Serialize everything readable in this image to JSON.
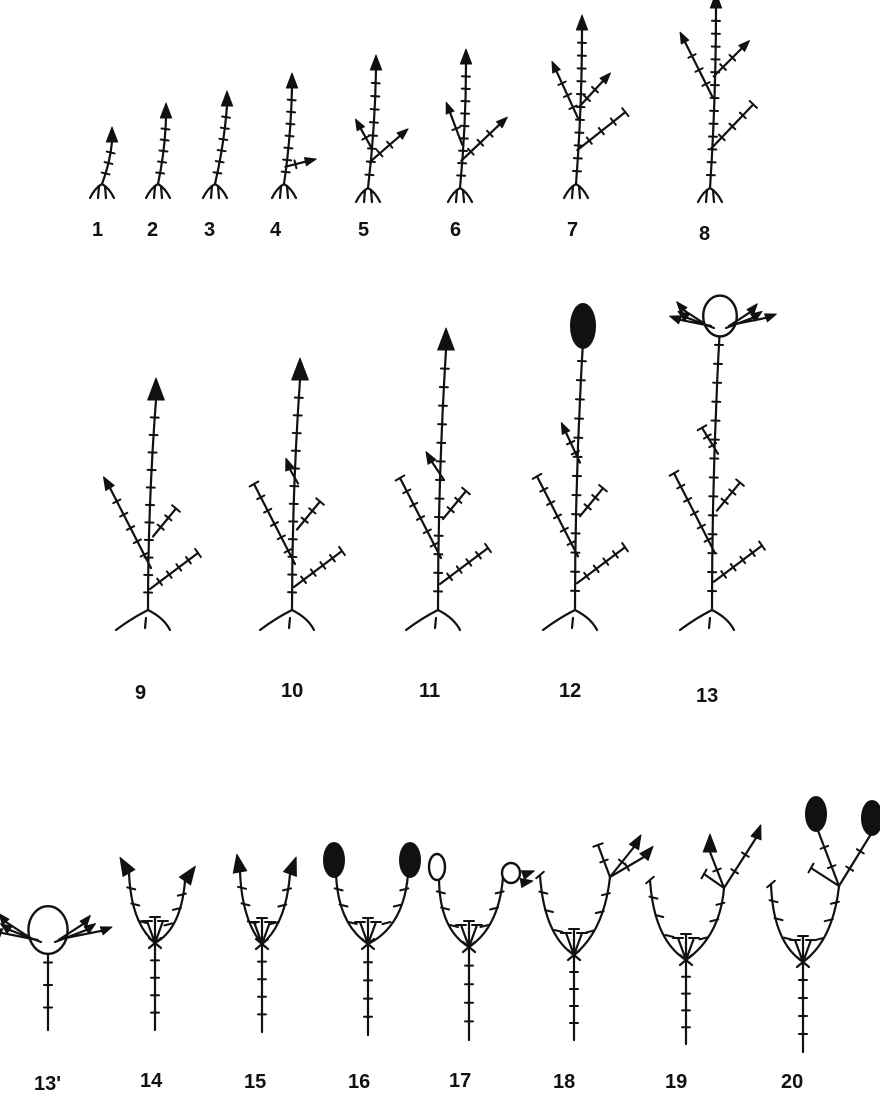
{
  "figure": {
    "stages": [
      {
        "label": "1",
        "kind": "seedling",
        "branches": 0,
        "tip": "arrow"
      },
      {
        "label": "2",
        "kind": "seedling",
        "branches": 0,
        "tip": "arrow"
      },
      {
        "label": "3",
        "kind": "seedling",
        "branches": 0,
        "tip": "arrow"
      },
      {
        "label": "4",
        "kind": "seedling",
        "branches": 1,
        "tip": "arrow"
      },
      {
        "label": "5",
        "kind": "seedling",
        "branches": 2,
        "tip": "arrow"
      },
      {
        "label": "6",
        "kind": "seedling",
        "branches": 2,
        "tip": "arrow"
      },
      {
        "label": "7",
        "kind": "seedling",
        "branches": 3,
        "tip": "arrow"
      },
      {
        "label": "8",
        "kind": "seedling",
        "branches": 3,
        "tip": "arrow"
      },
      {
        "label": "9",
        "kind": "vegetative",
        "branches": 3,
        "tip": "arrow"
      },
      {
        "label": "10",
        "kind": "vegetative",
        "branches": 4,
        "tip": "arrow"
      },
      {
        "label": "11",
        "kind": "vegetative",
        "branches": 4,
        "tip": "arrow"
      },
      {
        "label": "12",
        "kind": "vegetative",
        "branches": 4,
        "tip": "bud-filled"
      },
      {
        "label": "13",
        "kind": "vegetative",
        "branches": 4,
        "tip": "bud-open"
      },
      {
        "label": "13'",
        "kind": "fork",
        "tip": "bud-open"
      },
      {
        "label": "14",
        "kind": "fork",
        "tip": "arrow"
      },
      {
        "label": "15",
        "kind": "fork",
        "tip": "arrow"
      },
      {
        "label": "16",
        "kind": "fork",
        "tip": "bud-filled"
      },
      {
        "label": "17",
        "kind": "fork",
        "tip": "bud-open"
      },
      {
        "label": "18",
        "kind": "fork",
        "tip": "arrow"
      },
      {
        "label": "19",
        "kind": "fork",
        "tip": "arrow"
      },
      {
        "label": "20",
        "kind": "fork",
        "tip": "bud-filled"
      }
    ]
  }
}
